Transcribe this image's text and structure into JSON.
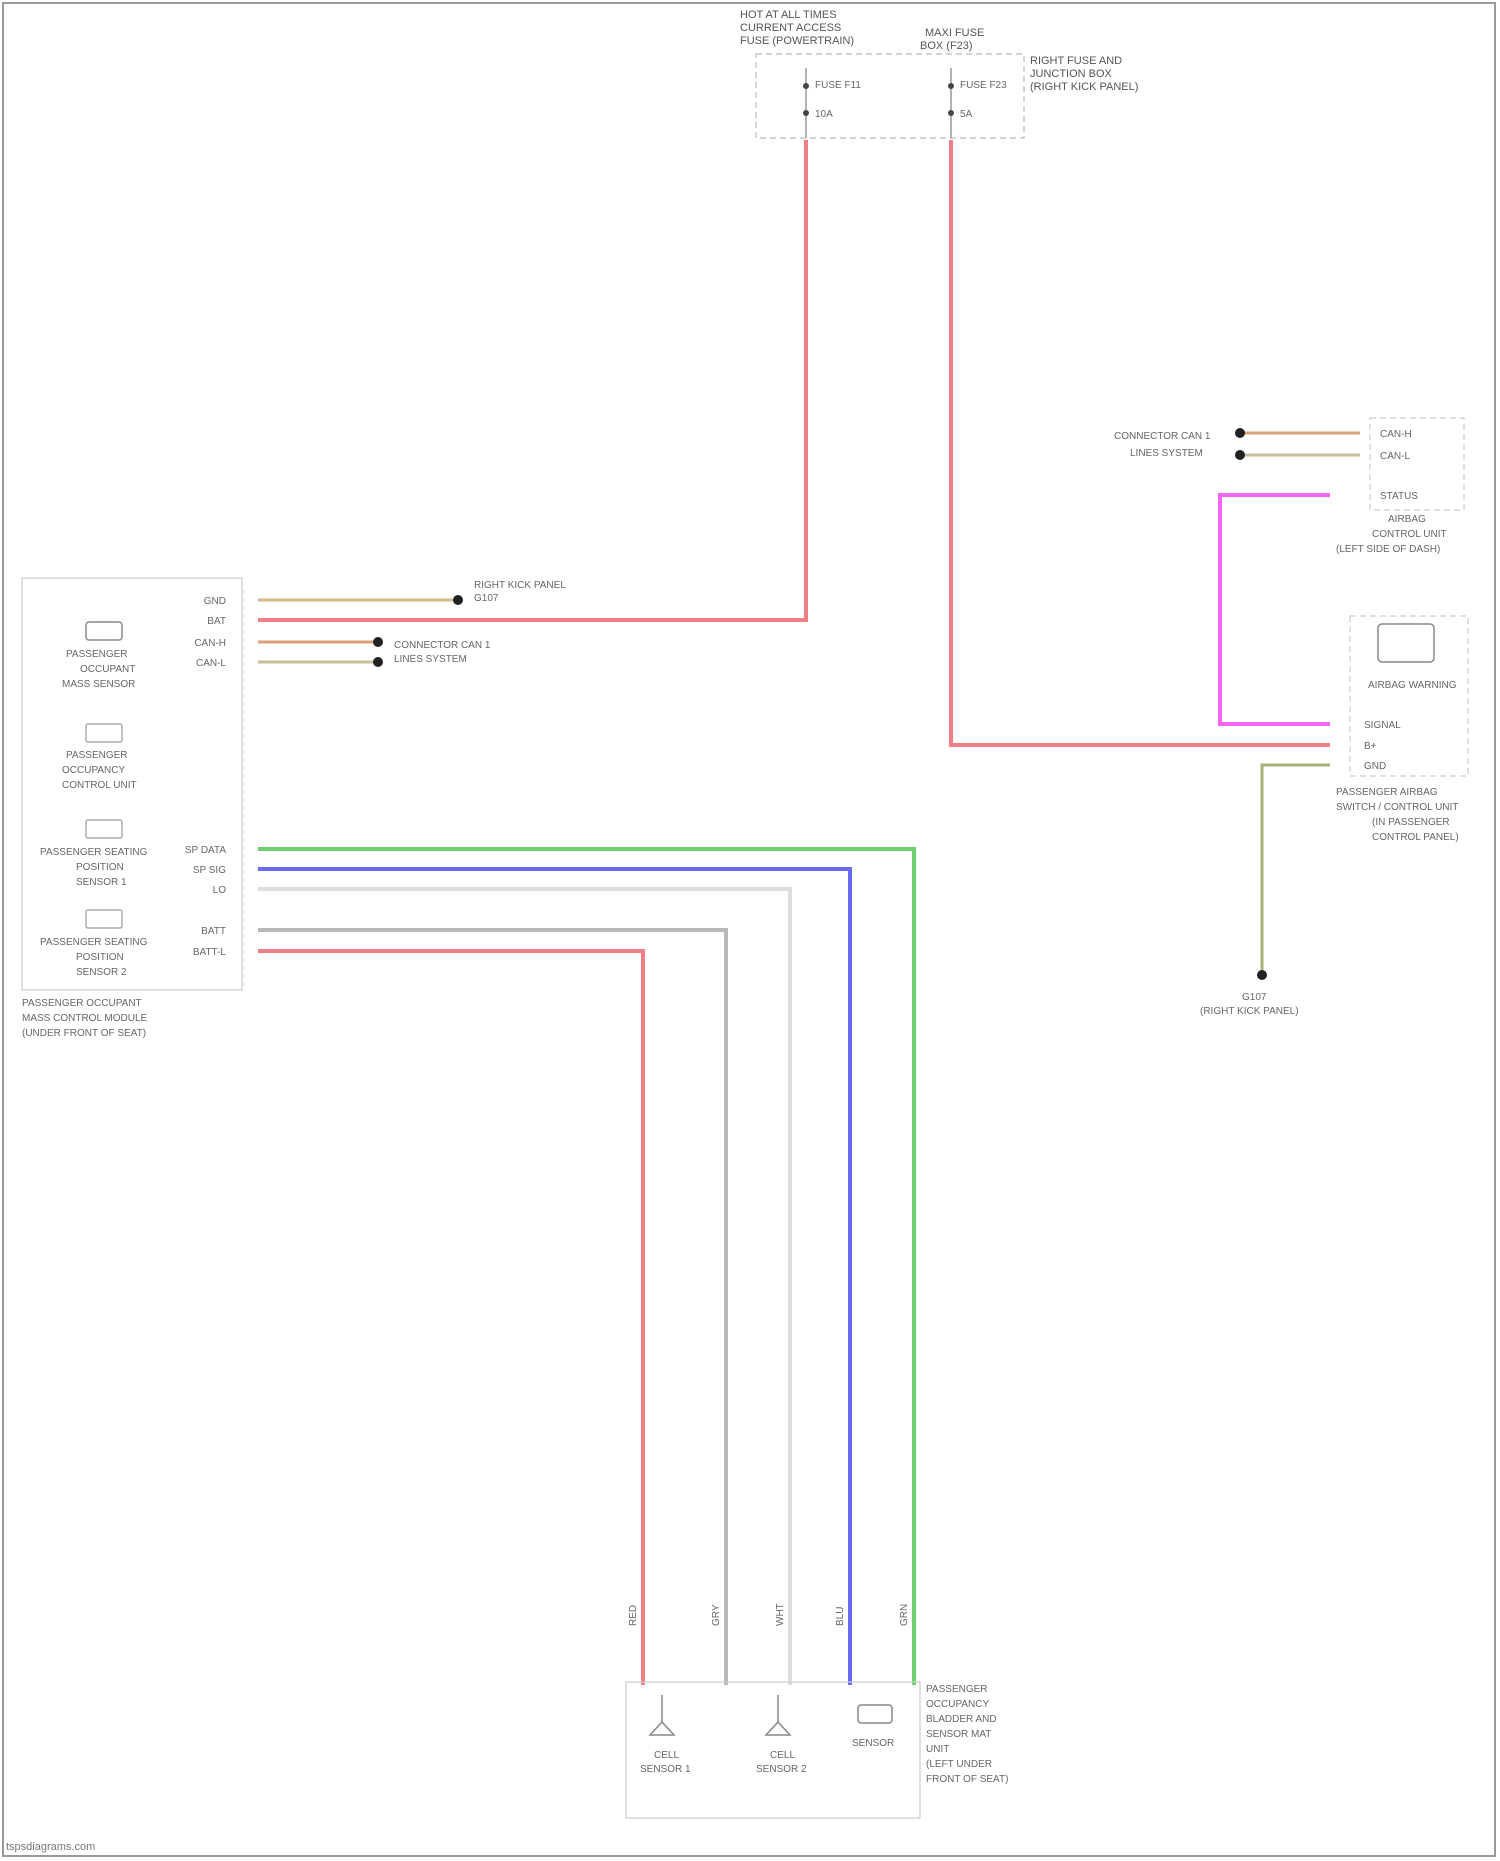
{
  "top_fuse_left": {
    "title_lines": [
      "HOT AT ALL TIMES",
      "CURRENT ACCESS",
      "FUSE (POWERTRAIN)"
    ],
    "fuse_label": "FUSE F11",
    "amp": "10A"
  },
  "top_fuse_right": {
    "title_lines": [
      "MAXI FUSE",
      "BOX (F23)"
    ],
    "fuse_label": "FUSE F23",
    "amp": "5A"
  },
  "fuse_box_location": [
    "RIGHT FUSE AND",
    "JUNCTION BOX",
    "(RIGHT KICK PANEL)"
  ],
  "left_module": {
    "components": [
      {
        "icon": "sensor-icon",
        "lines": [
          "PASSENGER",
          "OCCUPANT",
          "MASS SENSOR"
        ]
      },
      {
        "icon": "module-icon",
        "lines": [
          "PASSENGER",
          "OCCUPANCY",
          "CONTROL UNIT"
        ]
      },
      {
        "icon": "module-icon",
        "lines": [
          "PASSENGER SEATING",
          "POSITION",
          "SENSOR 1"
        ]
      },
      {
        "icon": "module-icon",
        "lines": [
          "PASSENGER SEATING",
          "POSITION",
          "SENSOR 2"
        ]
      }
    ],
    "caption_lines": [
      "PASSENGER OCCUPANT",
      "MASS CONTROL MODULE",
      "(UNDER FRONT OF SEAT)"
    ],
    "pins": [
      "GND",
      "BAT",
      "CAN-H",
      "CAN-L",
      "SP DATA",
      "SP SIG",
      "LO",
      "BATT",
      "BATT-L"
    ]
  },
  "ground_label": [
    "RIGHT KICK PANEL",
    "G107"
  ],
  "can_label_left": [
    "CONNECTOR CAN 1",
    "LINES SYSTEM"
  ],
  "can_label_right": [
    "CONNECTOR CAN 1",
    "LINES SYSTEM"
  ],
  "right_top_module": {
    "pins": [
      "CAN-H",
      "CAN-L",
      "STATUS"
    ],
    "caption_lines": [
      "AIRBAG",
      "CONTROL UNIT",
      "(LEFT SIDE OF DASH)"
    ]
  },
  "right_mid_module": {
    "title": "AIRBAG WARNING",
    "pins": [
      "SIGNAL",
      "B+",
      "GND"
    ],
    "caption_lines": [
      "PASSENGER AIRBAG",
      "SWITCH / CONTROL UNIT",
      "(IN PASSENGER",
      "CONTROL PANEL)"
    ]
  },
  "ground_bottom": [
    "G107",
    "(RIGHT KICK PANEL)"
  ],
  "bottom_module": {
    "components": [
      {
        "icon": "pressure-sensor-icon",
        "lines": [
          "CELL",
          "SENSOR 1"
        ]
      },
      {
        "icon": "pressure-sensor-icon",
        "lines": [
          "CELL",
          "SENSOR 2"
        ]
      },
      {
        "icon": "sensor-icon",
        "lines": [
          "SENSOR"
        ]
      }
    ],
    "caption_lines": [
      "PASSENGER",
      "OCCUPANCY",
      "BLADDER AND",
      "SENSOR MAT",
      "UNIT",
      "(LEFT UNDER",
      "FRONT OF SEAT)"
    ],
    "wire_tags": [
      "RED",
      "GRY",
      "WHT",
      "BLU",
      "GRN"
    ]
  },
  "wire_colors": {
    "red": "#f07f86",
    "pink": "#f266f2",
    "green": "#6fd06f",
    "blue": "#6a6af2",
    "gray": "#b9b9b9",
    "lightgray": "#dddddd",
    "olive": "#a9b27a",
    "tan": "#d9b98a"
  },
  "footer": "tspsdiagrams.com"
}
